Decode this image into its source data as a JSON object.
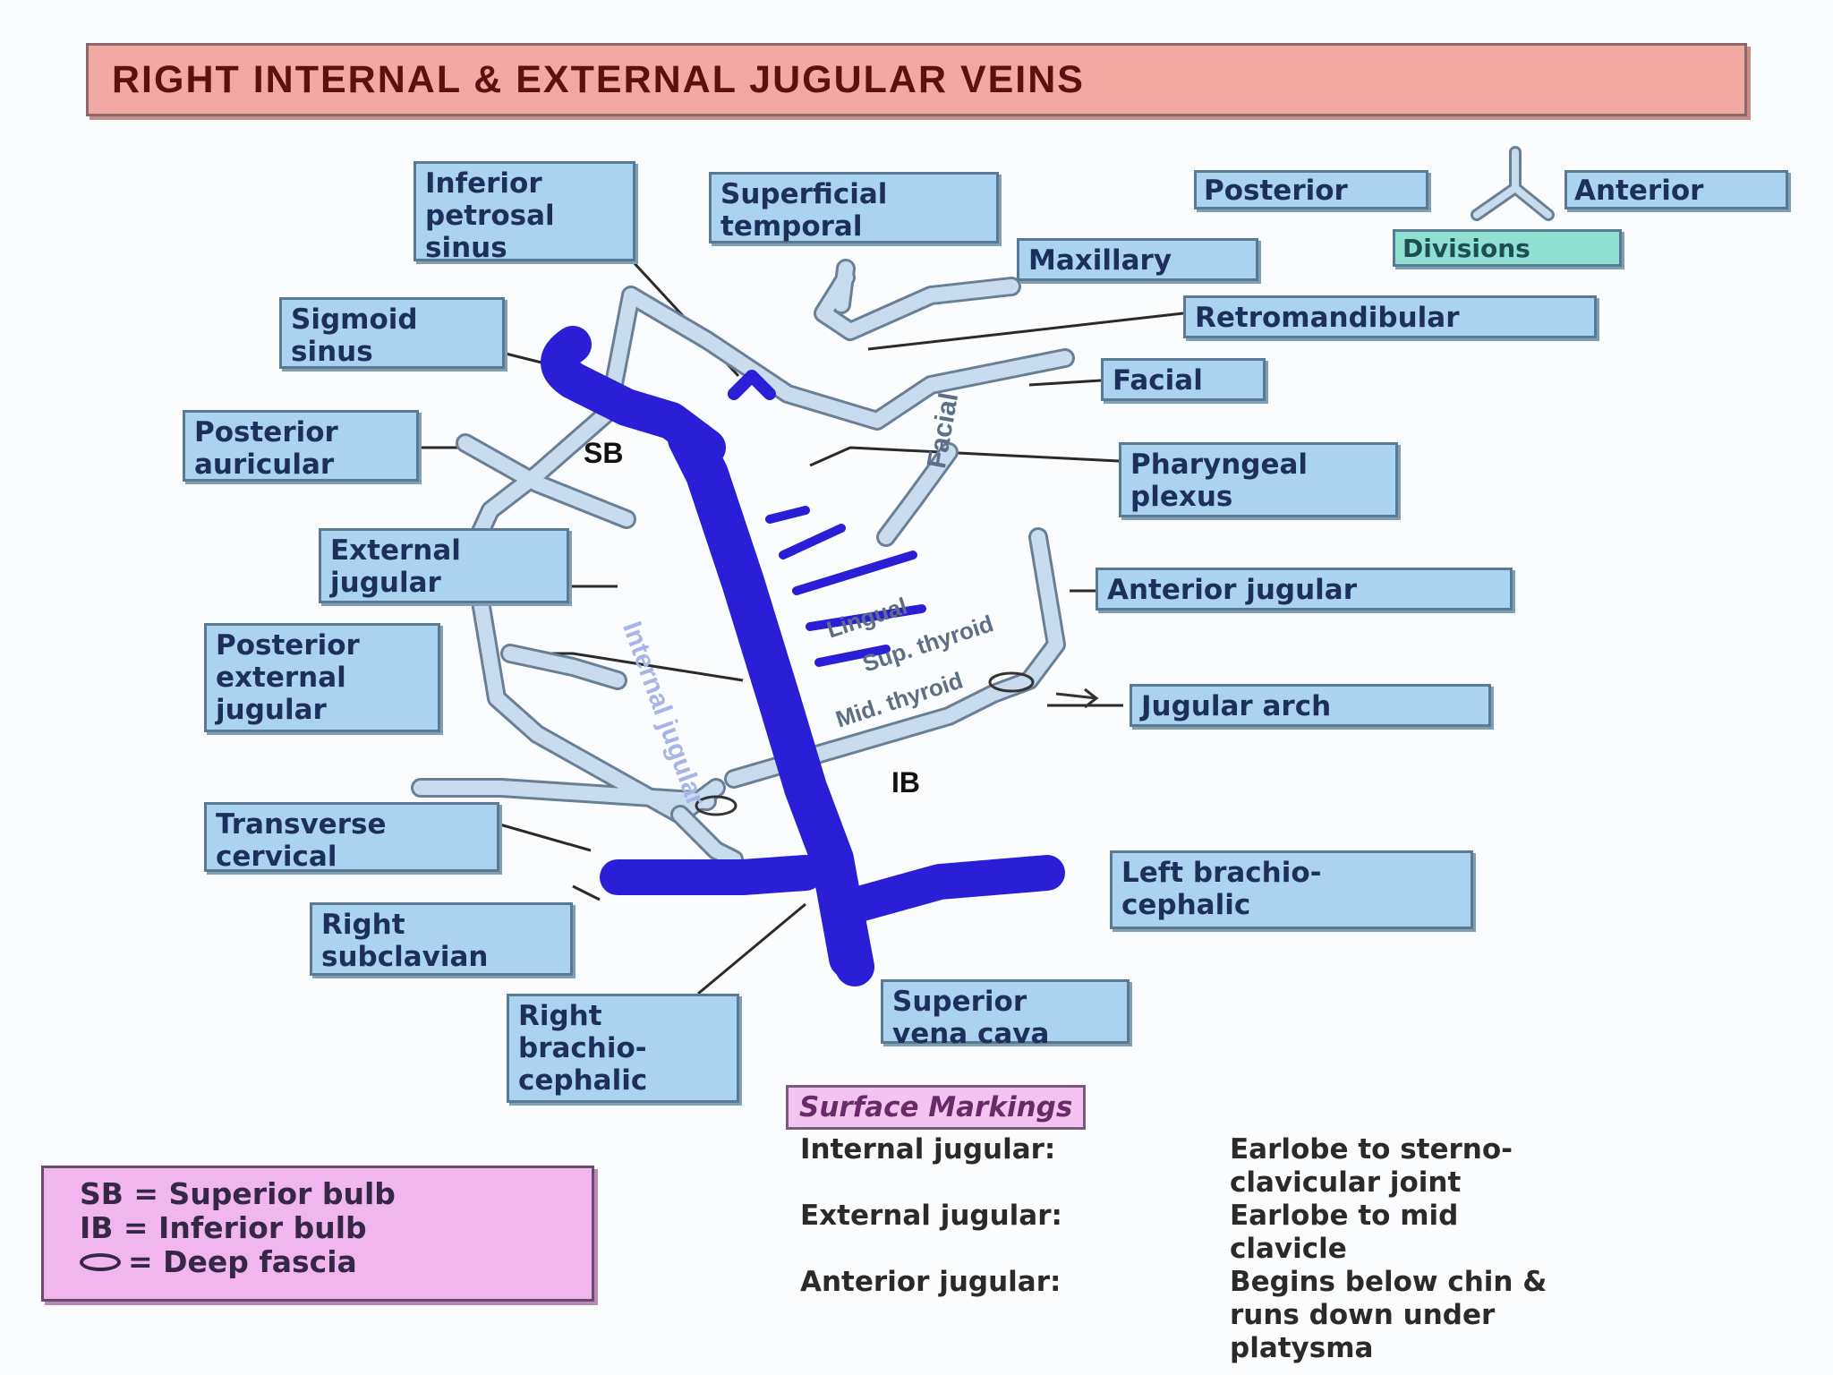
{
  "title": "RIGHT INTERNAL & EXTERNAL JUGULAR VEINS",
  "labels": {
    "inferior_petrosal_sinus": "Inferior\npetrosal\nsinus",
    "superficial_temporal": "Superficial\ntemporal",
    "maxillary": "Maxillary",
    "posterior": "Posterior",
    "anterior": "Anterior",
    "divisions": "Divisions",
    "retromandibular": "Retromandibular",
    "sigmoid_sinus": "Sigmoid\nsinus",
    "facial_label": "Facial",
    "posterior_auricular": "Posterior\nauricular",
    "pharyngeal_plexus": "Pharyngeal\nplexus",
    "external_jugular": "External\njugular",
    "anterior_jugular": "Anterior jugular",
    "posterior_external_jugular": "Posterior\nexternal\njugular",
    "jugular_arch": "Jugular arch",
    "transverse_cervical": "Transverse\ncervical",
    "left_brachiocephalic": "Left brachio-\ncephalic",
    "right_subclavian": "Right\nsubclavian",
    "superior_vena_cava": "Superior\nvena cava",
    "right_brachiocephalic": "Right\nbrachio-\ncephalic"
  },
  "abbreviations": {
    "sb": "SB",
    "ib": "IB"
  },
  "vein_texts": {
    "internal_jugular": "Internal jugular",
    "facial": "Facial",
    "lingual": "Lingual",
    "sup_thyroid": "Sup. thyroid",
    "mid_thyroid": "Mid. thyroid"
  },
  "legend": {
    "sb": "SB = Superior bulb",
    "ib": "IB = Inferior bulb",
    "deep_fascia": "= Deep fascia"
  },
  "surface_markings": {
    "title": "Surface Markings",
    "rows": [
      {
        "name": "Internal jugular:",
        "text": "Earlobe to sterno-\nclavicular joint"
      },
      {
        "name": "External jugular:",
        "text": "Earlobe to mid\nclavicle"
      },
      {
        "name": "Anterior jugular:",
        "text": "Begins below chin &\nruns down under\nplatysma"
      }
    ]
  },
  "colors": {
    "deep_vein": "#2a1fd6",
    "superficial_vein": "#c8dcee",
    "label_fill": "#a9d3f0",
    "title_fill": "#f2a9a4",
    "legend_fill": "#f2b6ef"
  }
}
